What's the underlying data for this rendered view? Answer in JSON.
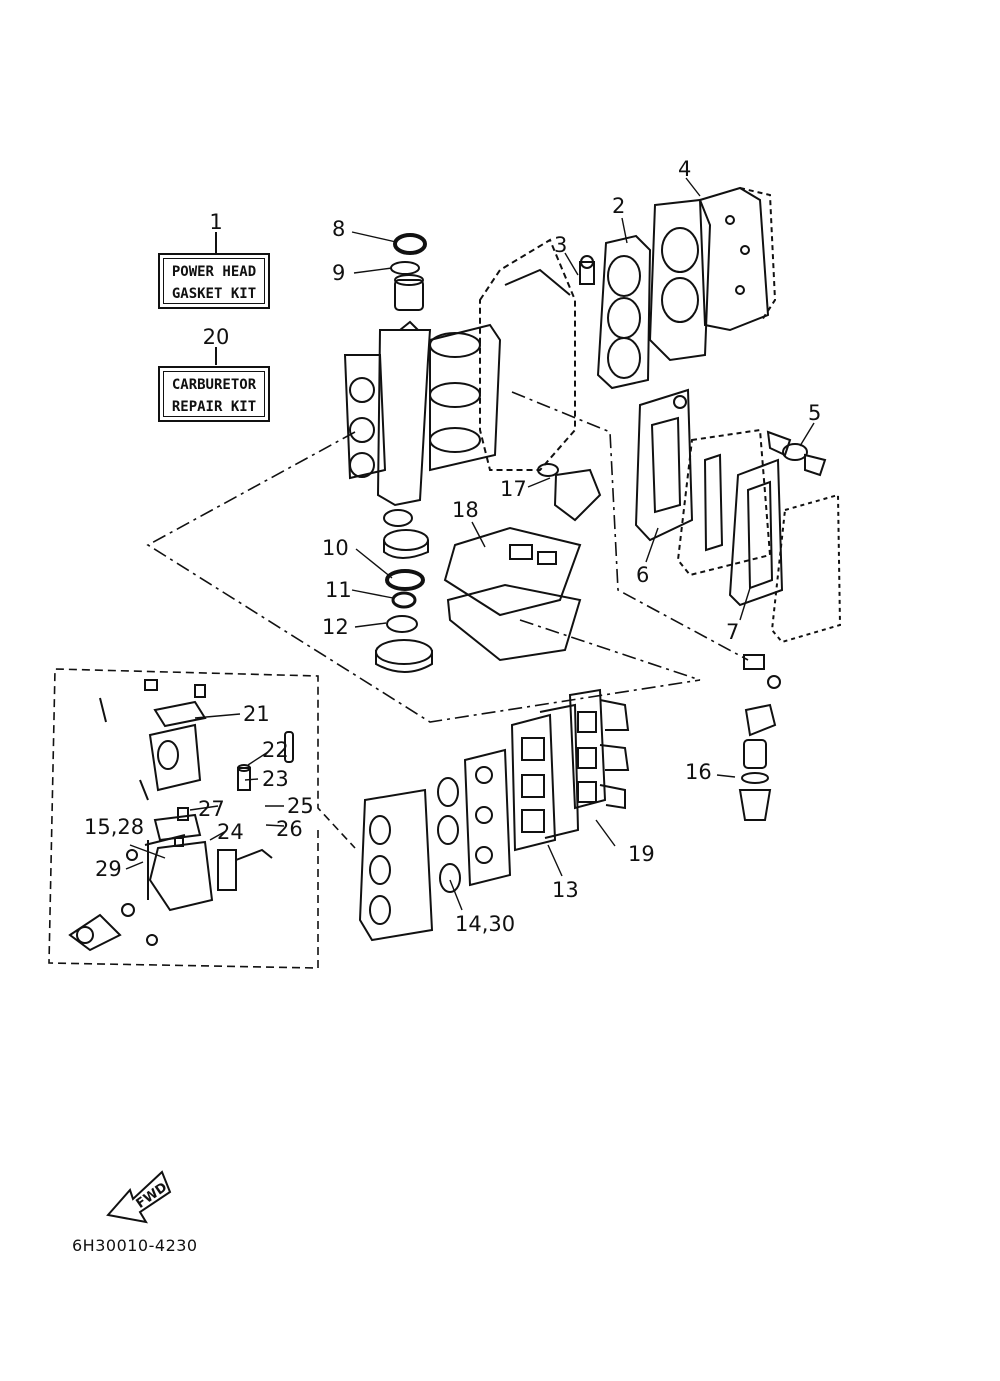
{
  "kits": [
    {
      "number": "1",
      "line1": "POWER HEAD",
      "line2": "GASKET KIT"
    },
    {
      "number": "20",
      "line1": "CARBURETOR",
      "line2": "REPAIR KIT"
    }
  ],
  "callouts": {
    "c2": "2",
    "c3": "3",
    "c4": "4",
    "c5": "5",
    "c6": "6",
    "c7": "7",
    "c8": "8",
    "c9": "9",
    "c10": "10",
    "c11": "11",
    "c12": "12",
    "c13": "13",
    "c14_30": "14,30",
    "c15_28": "15,28",
    "c16": "16",
    "c17": "17",
    "c18": "18",
    "c19": "19",
    "c21": "21",
    "c22": "22",
    "c23": "23",
    "c24": "24",
    "c25": "25",
    "c26": "26",
    "c27": "27",
    "c29": "29"
  },
  "fwd_label": "FWD",
  "document_code": "6H30010-4230",
  "icons": [
    "forward-arrow-icon"
  ],
  "colors": {
    "ink": "#111111",
    "paper": "#ffffff"
  }
}
